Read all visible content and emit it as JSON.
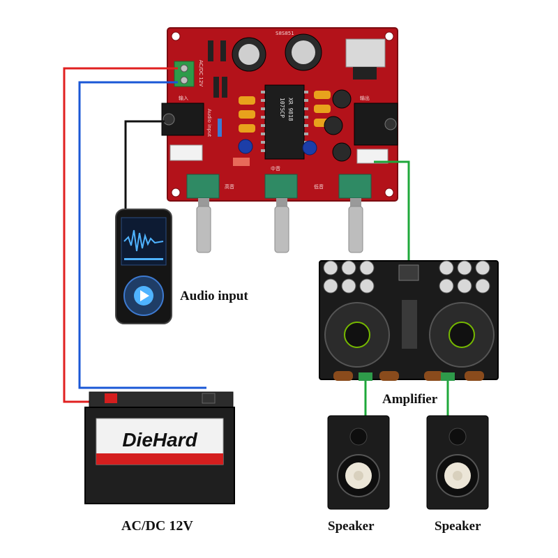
{
  "labels": {
    "audio_input": "Audio input",
    "amplifier": "Amplifier",
    "power": "AC/DC 12V",
    "speaker_left": "Speaker",
    "speaker_right": "Speaker"
  },
  "tone_board": {
    "chip_part": "1075CP",
    "chip_code": "XR 9818",
    "input_label": "输入",
    "output_label": "输出",
    "power_marking": "AC/DC 12V",
    "jack_label": "Audio input",
    "pot_labels": [
      "高音",
      "中音",
      "低音"
    ],
    "board_code": "S8S851"
  },
  "battery": {
    "brand_text": "DieHard"
  },
  "colors": {
    "positive_wire": "#e02020",
    "negative_wire": "#1a57d6",
    "audio_wire": "#111111",
    "signal_wire": "#1ea83a",
    "pcb": "#b3121a",
    "amp_board": "#1b1b1b"
  }
}
